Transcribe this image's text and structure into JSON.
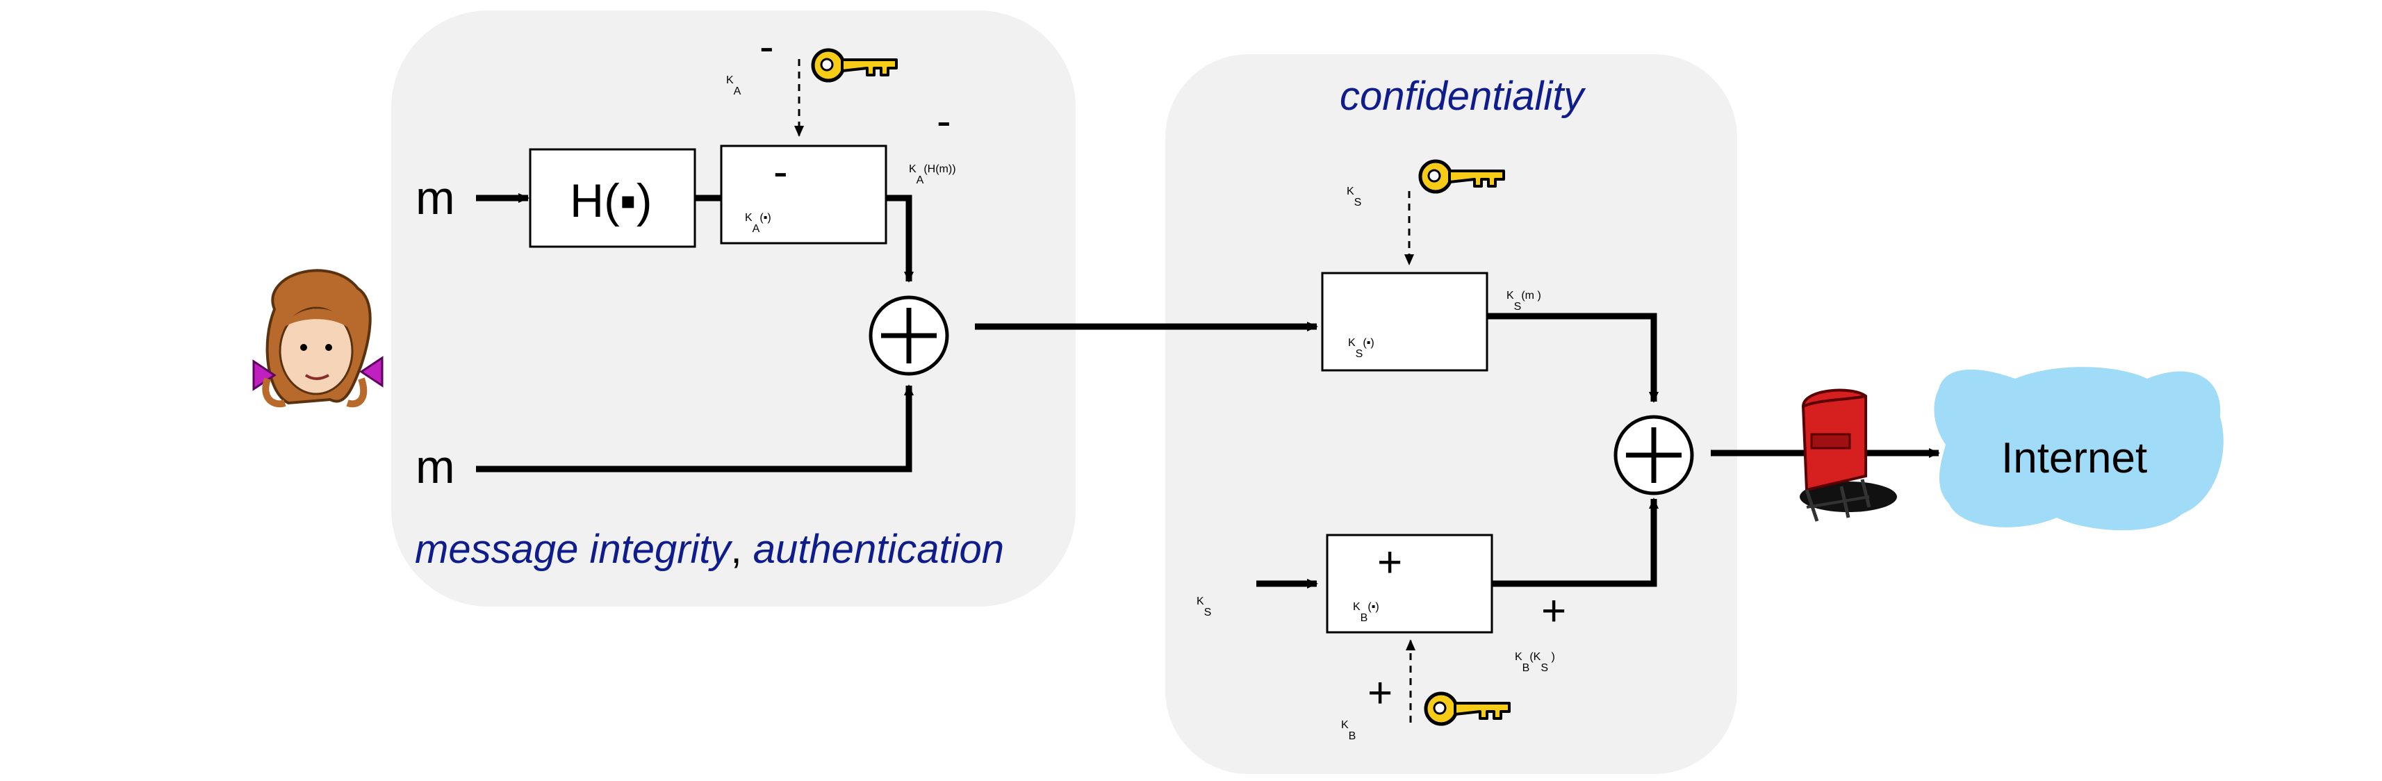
{
  "colors": {
    "panel": "#f1f1f1",
    "caption": "#0f1c8c",
    "cloud": "#a0dcf8",
    "key": "#f7cc17",
    "mailbox": "#d62020"
  },
  "sender_icon": "alice-girl-icon",
  "integrity_panel": {
    "caption_part1": "message integrity",
    "caption_sep": ",",
    "caption_part2": "authentication",
    "input_top": "m",
    "input_bottom": "m",
    "hash_box": {
      "label": "H(▪)"
    },
    "sign_box": {
      "K": "K",
      "sub": "A",
      "sup": "-",
      "arg": "(▪)"
    },
    "private_key": {
      "K": "K",
      "sub": "A",
      "sup": "-",
      "icon": "key-icon"
    },
    "signed_hash": {
      "K": "K",
      "sub": "A",
      "sup": "-",
      "arg": "(H(m))"
    },
    "combiner": "⊕"
  },
  "confidentiality_panel": {
    "caption": "confidentiality",
    "session_key": {
      "K": "K",
      "sub": "S",
      "icon": "key-icon"
    },
    "encrypt_box": {
      "K": "K",
      "sub": "S",
      "arg": "(▪)"
    },
    "ciphertext": {
      "K": "K",
      "sub": "S",
      "arg": "(m )"
    },
    "ks_input": {
      "K": "K",
      "sub": "S"
    },
    "pubkey_box": {
      "K": "K",
      "sub": "B",
      "sup": "+",
      "arg": "(▪)"
    },
    "encrypted_key": {
      "K": "K",
      "sub": "B",
      "sup": "+",
      "arg": "(K",
      "argsub": "S",
      "argend": " )"
    },
    "public_key": {
      "K": "K",
      "sub": "B",
      "sup": "+",
      "icon": "key-icon"
    },
    "combiner": "⊕"
  },
  "output": {
    "mailbox_icon": "mailbox-icon",
    "cloud_label": "Internet"
  }
}
